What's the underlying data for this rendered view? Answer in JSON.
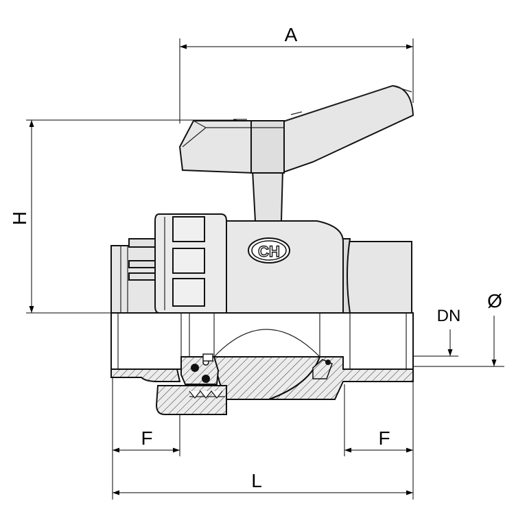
{
  "drawing": {
    "dimension_labels": {
      "width": "A",
      "height": "H",
      "nominal_diameter": "DN",
      "diameter_symbol": "Ø",
      "socket_left": "F",
      "socket_right": "F",
      "length": "L"
    },
    "logo_text": "CH",
    "colors": {
      "body": "#e6e6e6",
      "body_shade": "#d4d4d4",
      "section_fill": "#e8e8e8",
      "line": "#111111"
    }
  }
}
